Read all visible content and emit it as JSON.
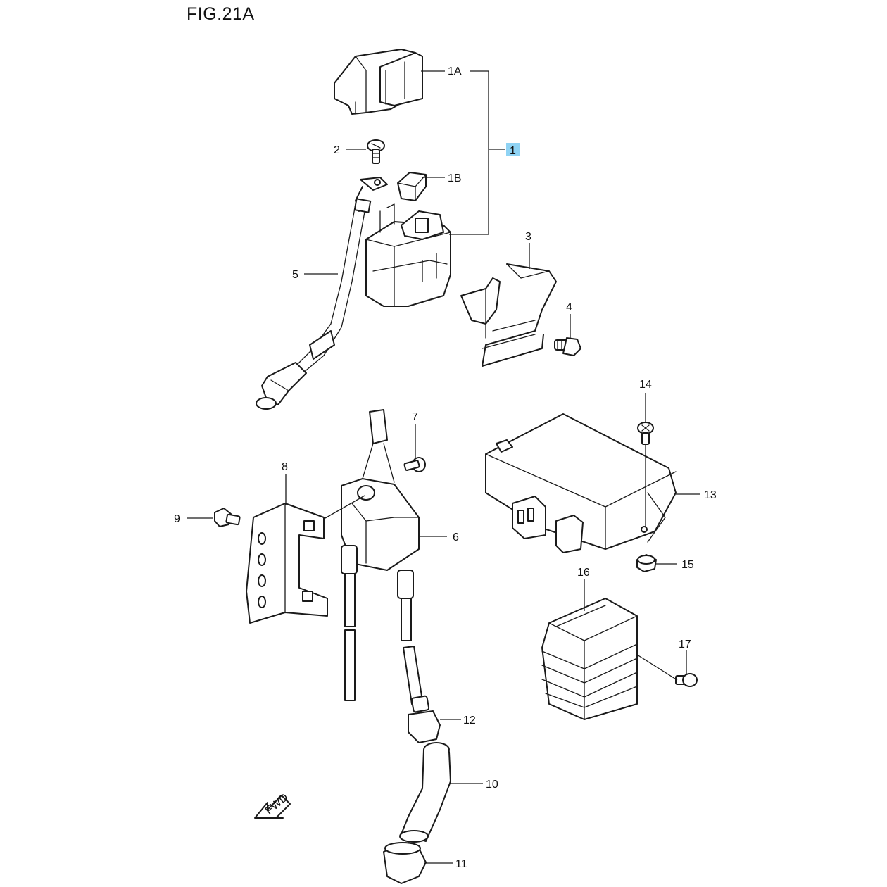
{
  "figure": {
    "title": "FIG.21A"
  },
  "callouts": [
    {
      "id": "1",
      "text": "1",
      "highlight": "#8fd3f4"
    },
    {
      "id": "1A",
      "text": "1A"
    },
    {
      "id": "1B",
      "text": "1B"
    },
    {
      "id": "2",
      "text": "2"
    },
    {
      "id": "3",
      "text": "3"
    },
    {
      "id": "4",
      "text": "4"
    },
    {
      "id": "5",
      "text": "5"
    },
    {
      "id": "6",
      "text": "6"
    },
    {
      "id": "7",
      "text": "7"
    },
    {
      "id": "8",
      "text": "8"
    },
    {
      "id": "9",
      "text": "9"
    },
    {
      "id": "10",
      "text": "10"
    },
    {
      "id": "11",
      "text": "11"
    },
    {
      "id": "12",
      "text": "12"
    },
    {
      "id": "13",
      "text": "13"
    },
    {
      "id": "14",
      "text": "14"
    },
    {
      "id": "15",
      "text": "15"
    },
    {
      "id": "16",
      "text": "16"
    },
    {
      "id": "17",
      "text": "17"
    }
  ],
  "direction_marker": {
    "text": "FWD",
    "icon": "arrow-left-down-icon"
  },
  "colors": {
    "line": "#1a1a1a",
    "highlight": "#8fd3f4"
  }
}
